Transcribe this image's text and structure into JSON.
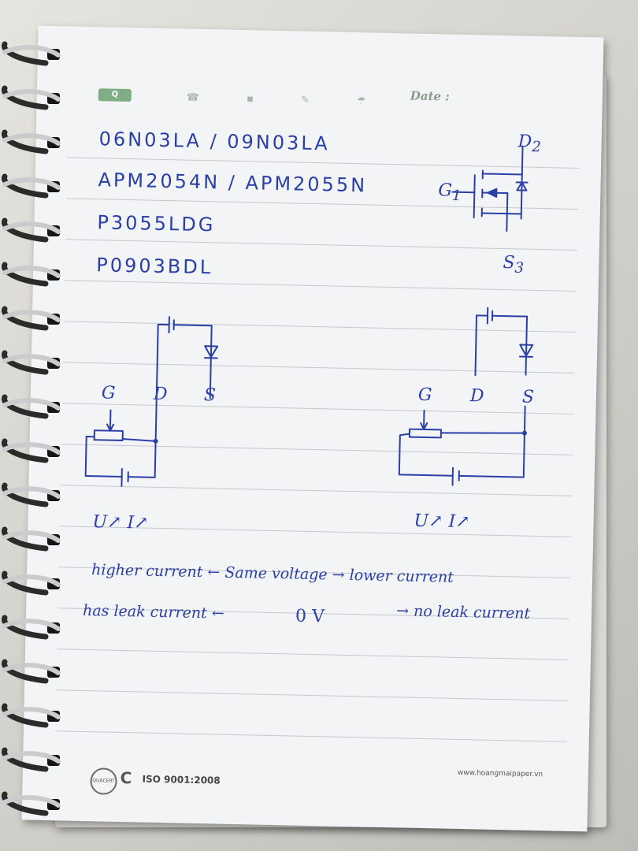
{
  "header": {
    "date_label": "Date :"
  },
  "parts": [
    "06N03LA / 09N03LA",
    "APM2054N / APM2055N",
    "P3055LDG",
    "P0903BDL"
  ],
  "mosfet_symbol": {
    "drain": "D",
    "drain_pin": "2",
    "gate": "G",
    "gate_pin": "1",
    "source": "S",
    "source_pin": "3"
  },
  "circuit_left": {
    "gate": "G",
    "drain": "D",
    "source": "S",
    "caption": "U↗ I↗"
  },
  "circuit_right": {
    "gate": "G",
    "drain": "D",
    "source": "S",
    "caption": "U↗ I↗"
  },
  "notes": {
    "line1": "higher current ← Same voltage → lower current",
    "line2_left": "has leak current ←",
    "line2_mid": "0 V",
    "line2_right": "→ no leak current"
  },
  "footer": {
    "iso": "ISO 9001:2008",
    "website": "www.hoangmaipaper.vn"
  },
  "colors": {
    "ink": "#2a3fa8",
    "paper": "#f3f4f5",
    "ruling": "#c5c9cc"
  }
}
